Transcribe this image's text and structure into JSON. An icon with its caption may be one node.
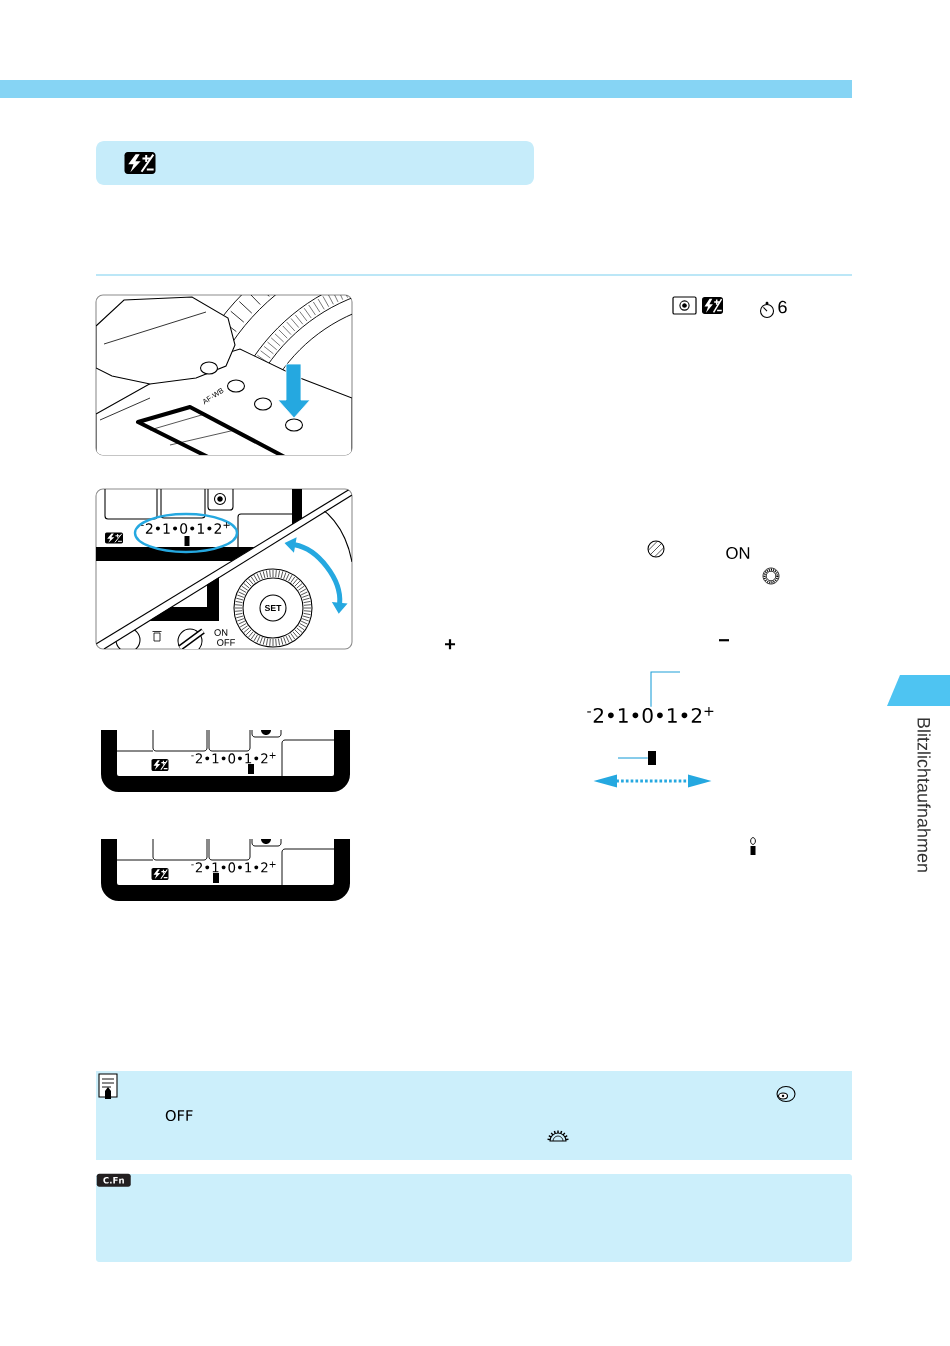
{
  "diagram": {
    "nodes": [
      {
        "text": [
          "$^{-}$2•1•0•1•2$^{+}$"
        ]
      },
      {
        "text": [],
        "shape": "bar"
      },
      {
        "text": [
          "Blitzlichtaufnahmen"
        ]
      },
      {
        "text": [
          "OFF"
        ]
      },
      {
        "text": [],
        "shape": "box"
      },
      {
        "text": [
          "C.Fn"
        ],
        "in": 4
      }
    ],
    "edges": [
      {
        "from": null,
        "to": 0,
        "arrow": "none"
      },
      {
        "from": null,
        "to": 1,
        "arrow": "none"
      }
    ],
    "labels": [
      "AF·WB",
      "6",
      "$^{-}$2•1•0•1•2$^{+}$",
      "SET",
      "ON",
      "OFF",
      "ON",
      "+",
      "−",
      "$^{-}$2•1•0•1•2$^{+}$",
      "$^{-}$2•1•0•1•2$^{+}$"
    ]
  }
}
